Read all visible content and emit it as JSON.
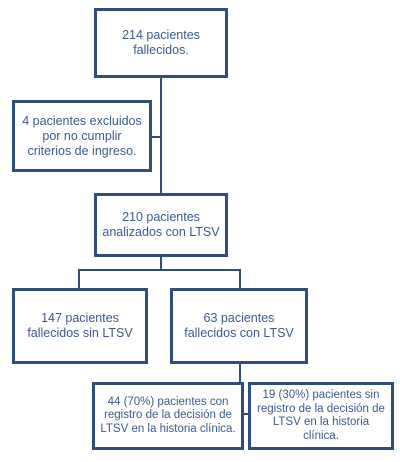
{
  "flow": {
    "total": "214 pacientes fallecidos.",
    "excluded": "4 pacientes excluidos por no cumplir criterios de ingreso.",
    "analyzed": "210 pacientes analizados con LTSV",
    "without_ltsv": "147 pacientes fallecidos sin LTSV",
    "with_ltsv": "63 pacientes fallecidos con LTSV",
    "with_record": "44 (70%) pacientes con registro de la decisión de LTSV en la historia clínica.",
    "without_record": "19 (30%) pacientes sin registro de la decisión de LTSV en la historia clínica."
  },
  "colors": {
    "border": "#2f4f7a",
    "text": "#3d5a8a",
    "background": "#ffffff"
  }
}
